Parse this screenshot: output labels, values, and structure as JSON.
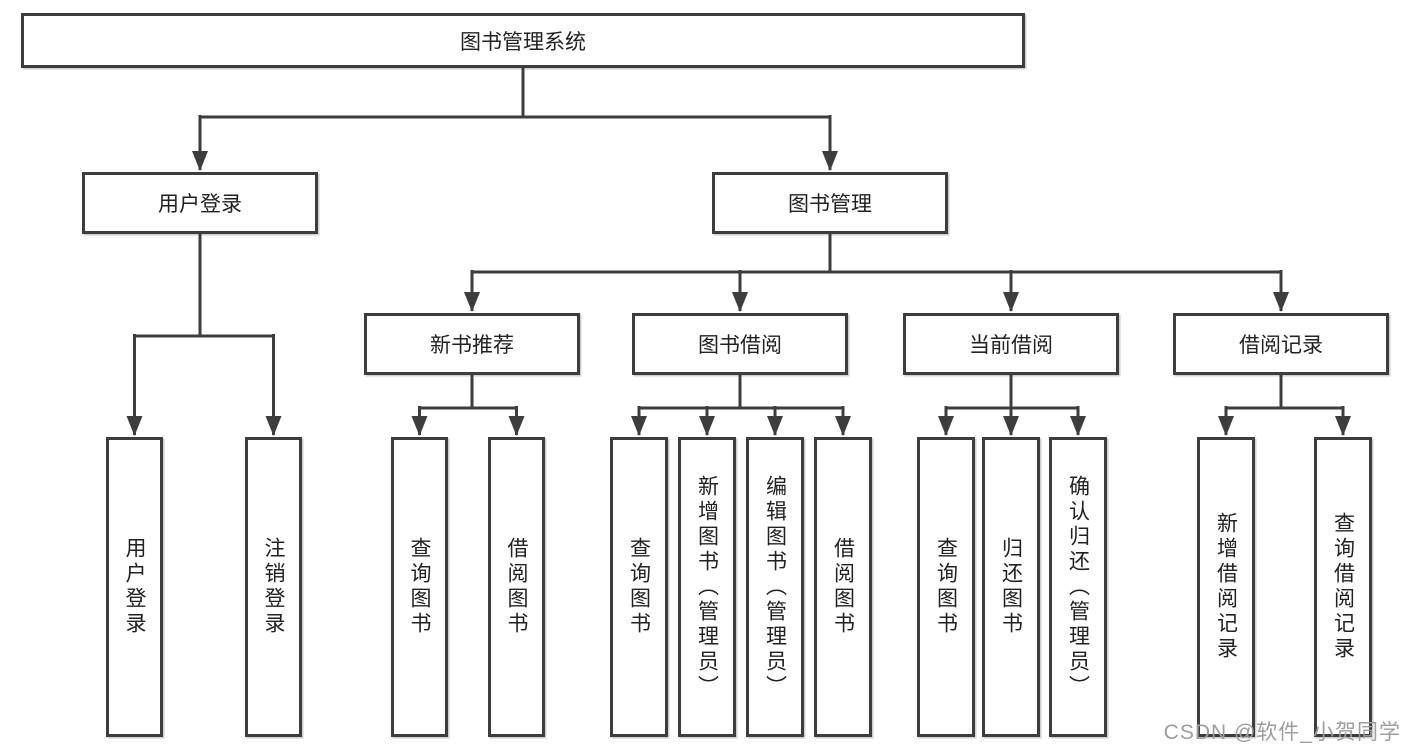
{
  "nodes": {
    "root": {
      "label": "图书管理系统"
    },
    "user_login": {
      "label": "用户登录"
    },
    "book_management": {
      "label": "图书管理"
    },
    "new_book_recommend": {
      "label": "新书推荐"
    },
    "book_borrow": {
      "label": "图书借阅"
    },
    "current_borrow": {
      "label": "当前借阅"
    },
    "borrow_records": {
      "label": "借阅记录"
    },
    "leaf_user_login": {
      "label": "用户登录"
    },
    "leaf_logout": {
      "label": "注销登录"
    },
    "leaf_rec_query_book": {
      "label": "查询图书"
    },
    "leaf_rec_borrow_book": {
      "label": "借阅图书"
    },
    "leaf_bb_query_book": {
      "label": "查询图书"
    },
    "leaf_bb_add_book": {
      "label": "新增图书（管理员）"
    },
    "leaf_bb_edit_book": {
      "label": "编辑图书（管理员）"
    },
    "leaf_bb_borrow_book": {
      "label": "借阅图书"
    },
    "leaf_cb_query_book": {
      "label": "查询图书"
    },
    "leaf_cb_return_book": {
      "label": "归还图书"
    },
    "leaf_cb_confirm_return": {
      "label": "确认归还（管理员）"
    },
    "leaf_br_add_record": {
      "label": "新增借阅记录"
    },
    "leaf_br_query_record": {
      "label": "查询借阅记录"
    }
  },
  "watermark": {
    "text": "CSDN @软件_小贺同学"
  },
  "colors": {
    "stroke": "#3d3d3d",
    "text": "#222222",
    "watermark": "#9e9e9e",
    "background": "#ffffff"
  }
}
